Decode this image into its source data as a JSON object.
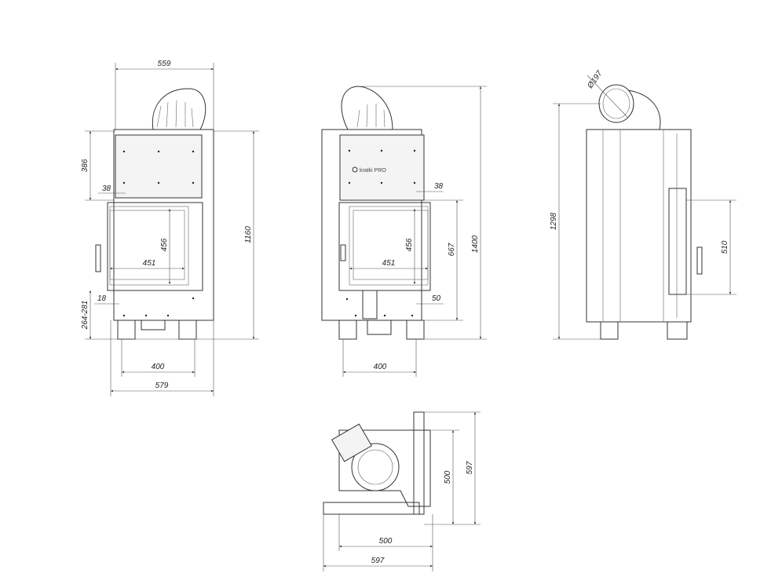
{
  "front_view_left": {
    "width_top": "559",
    "upper_panel_height": "386",
    "offset_top": "38",
    "glass_height": "456",
    "glass_width": "451",
    "offset_bottom": "18",
    "leg_range": "264-281",
    "total_height": "1160",
    "leg_spacing": "400",
    "width_bottom": "579"
  },
  "front_view_right": {
    "logo_text": "kratki PRO",
    "offset_top": "38",
    "glass_height": "456",
    "glass_width": "451",
    "door_height": "667",
    "total_height": "1400",
    "offset_bottom": "50",
    "leg_spacing": "400"
  },
  "side_view": {
    "flue_diameter": "Ø197",
    "total_height": "1298",
    "door_height": "510"
  },
  "top_view": {
    "depth_inner": "500",
    "depth_outer": "597",
    "width_inner": "500",
    "width_outer": "597"
  }
}
